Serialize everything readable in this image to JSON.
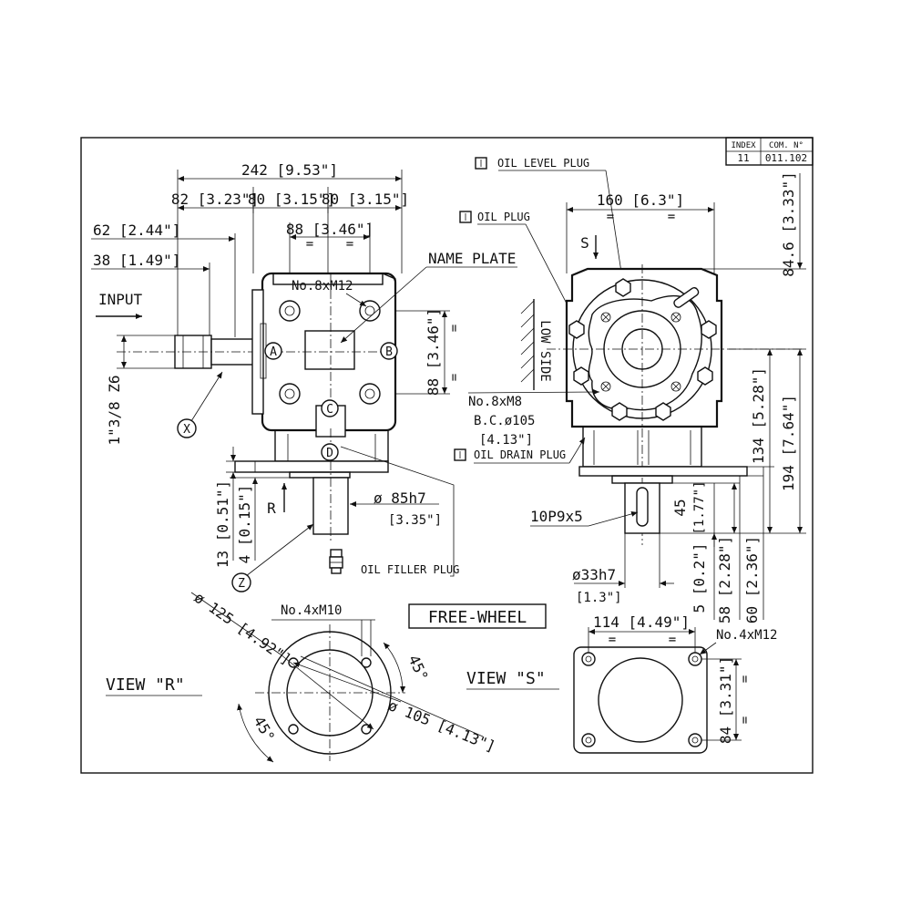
{
  "title_block": {
    "index_header": "INDEX",
    "com_header": "COM. N°",
    "index_value": "11",
    "com_value": "011.102"
  },
  "dims": {
    "overall_width": "242 [9.53\"]",
    "seg_left": "82 [3.23\"]",
    "seg_mid": "80 [3.15\"]",
    "seg_right": "80 [3.15\"]",
    "bolt_spacing_h": "88 [3.46\"]",
    "shaft_62": "62 [2.44\"]",
    "shaft_38": "38 [1.49\"]",
    "bolt_spacing_v": "88 [3.46\"]",
    "spline": "1\"3/8 Z6",
    "d13": "13 [0.51\"]",
    "d4": "4 [0.15\"]",
    "output_dia": "ø 85h7",
    "output_dia_in": "[3.35\"]",
    "width_160": "160 [6.3\"]",
    "h84_6": "84.6 [3.33\"]",
    "h134": "134 [5.28\"]",
    "h194": "194 [7.64\"]",
    "h45": "45",
    "h45_in": "[1.77\"]",
    "h5": "5 [0.2\"]",
    "h58": "58 [2.28\"]",
    "h60": "60 [2.36\"]",
    "shaft_dia": "ø33h7",
    "shaft_dia_in": "[1.3\"]",
    "key": "10P9x5",
    "bolt_circle_r": "ø 125 [4.92\"]",
    "bolt_circle_inner": "ø 105 [4.13\"]",
    "angle_a": "45°",
    "angle_b": "45°",
    "flange_114": "114 [4.49\"]",
    "flange_84": "84 [3.31\"]"
  },
  "labels": {
    "input": "INPUT",
    "name_plate": "NAME PLATE",
    "bolts_m12_top": "No.8xM12",
    "bolts_m8": "No.8xM8",
    "bc": "B.C.ø105",
    "bc_in": "[4.13\"]",
    "oil_level_plug": "OIL LEVEL PLUG",
    "oil_plug": "OIL PLUG",
    "oil_drain_plug": "OIL DRAIN PLUG",
    "oil_filler_plug": "OIL FILLER PLUG",
    "low_side": "LOW SIDE",
    "free_wheel": "FREE-WHEEL",
    "view_r": "VIEW \"R\"",
    "view_s": "VIEW \"S\"",
    "bolts_m10": "No.4xM10",
    "bolts_m12_flange": "No.4xM12",
    "eq": "="
  },
  "markers": {
    "A": "A",
    "B": "B",
    "C": "C",
    "D": "D",
    "X": "X",
    "Z": "Z",
    "R": "R",
    "S": "S"
  }
}
